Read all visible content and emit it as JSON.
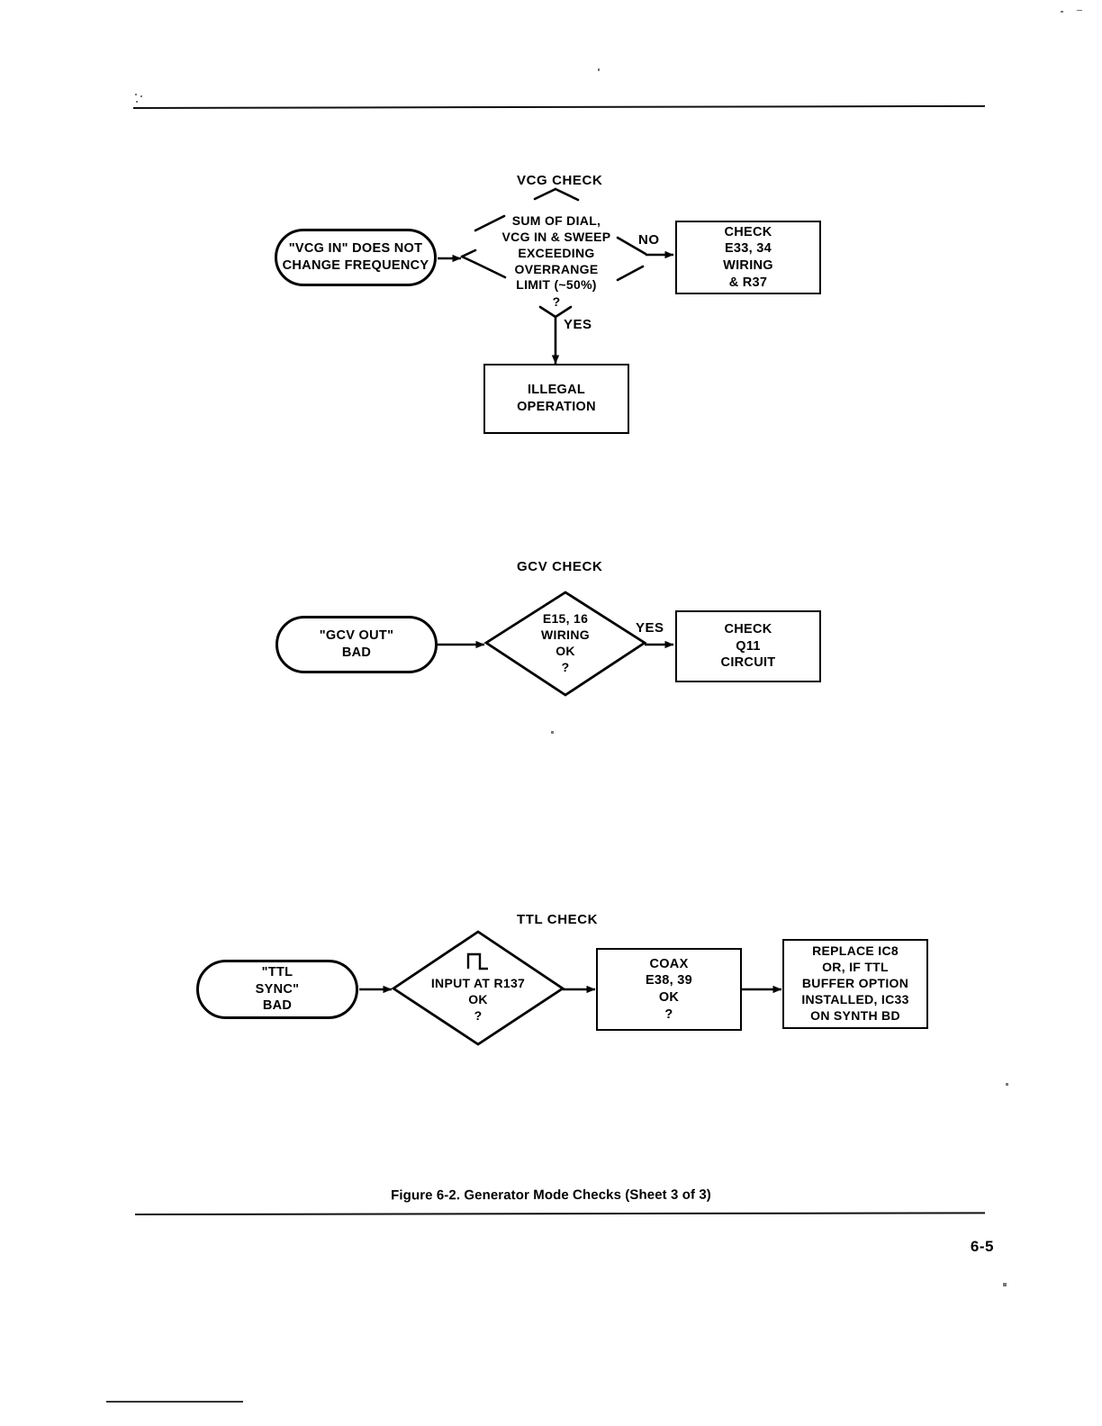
{
  "document": {
    "figure_caption": "Figure 6-2.  Generator Mode Checks (Sheet 3 of 3)",
    "page_number": "6-5"
  },
  "sections": [
    {
      "id": "vcg",
      "title": "VCG CHECK",
      "nodes": {
        "start": "\"VCG IN\" DOES NOT\nCHANGE FREQUENCY",
        "start_line1": "\"VCG IN\" DOES NOT",
        "start_line2": "CHANGE FREQUENCY",
        "decision_line1": "SUM OF DIAL,",
        "decision_line2": "VCG IN & SWEEP",
        "decision_line3": "EXCEEDING",
        "decision_line4": "OVERRANGE",
        "decision_line5": "LIMIT (~50%)",
        "decision_line6": "?",
        "no_result_line1": "CHECK",
        "no_result_line2": "E33, 34",
        "no_result_line3": "WIRING",
        "no_result_line4": "& R37",
        "yes_result_line1": "ILLEGAL",
        "yes_result_line2": "OPERATION"
      },
      "edges": {
        "no": "NO",
        "yes": "YES"
      }
    },
    {
      "id": "gcv",
      "title": "GCV CHECK",
      "nodes": {
        "start_line1": "\"GCV OUT\"",
        "start_line2": "BAD",
        "decision_line1": "E15, 16",
        "decision_line2": "WIRING",
        "decision_line3": "OK",
        "decision_line4": "?",
        "yes_result_line1": "CHECK",
        "yes_result_line2": "Q11",
        "yes_result_line3": "CIRCUIT"
      },
      "edges": {
        "yes": "YES"
      }
    },
    {
      "id": "ttl",
      "title": "TTL CHECK",
      "nodes": {
        "start_line1": "\"TTL",
        "start_line2": "SYNC\"",
        "start_line3": "BAD",
        "decision_icon": "pulse-waveform-icon",
        "decision_line1": "INPUT AT R137",
        "decision_line2": "OK",
        "decision_line3": "?",
        "mid_line1": "COAX",
        "mid_line2": "E38, 39",
        "mid_line3": "OK",
        "mid_line4": "?",
        "end_line1": "REPLACE IC8",
        "end_line2": "OR, IF TTL",
        "end_line3": "BUFFER OPTION",
        "end_line4": "INSTALLED, IC33",
        "end_line5": "ON SYNTH BD"
      },
      "edges": {}
    }
  ],
  "colors": {
    "ink": "#000000",
    "paper": "#ffffff"
  }
}
